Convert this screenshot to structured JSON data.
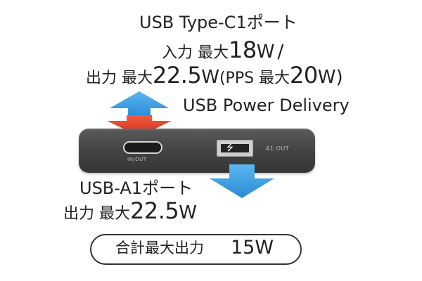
{
  "usb_c": {
    "title": "USB Type-C1ポート",
    "input_prefix": "入力 最大",
    "input_value": "18",
    "input_unit": "W",
    "input_slash": "/",
    "output_prefix": "出力 最大",
    "output_value": "22.5",
    "output_unit": "W",
    "pps_open": "(PPS 最大",
    "pps_value": "20",
    "pps_unit": "W",
    "pps_close": ")",
    "pd_text": "USB Power Delivery"
  },
  "usb_a": {
    "title": "USB-A1ポート",
    "output_prefix": "出力 最大",
    "output_value": "22.5",
    "output_unit": "W"
  },
  "device": {
    "port_c_label": "IN/OUT",
    "port_a_label": "A1 OUT"
  },
  "total": {
    "label": "合計最大出力",
    "value": "15",
    "unit": "W"
  },
  "colors": {
    "up_arrow": "#3a9fe0",
    "down_arrow": "#e53a25",
    "output_arrow": "#3a9fe0",
    "device_body": "#414141",
    "text": "#222222"
  },
  "icons": {
    "bidirectional_arrow": "double-arrow-icon",
    "output_arrow": "down-arrow-icon",
    "usb_logo": "usb-trident-icon"
  }
}
